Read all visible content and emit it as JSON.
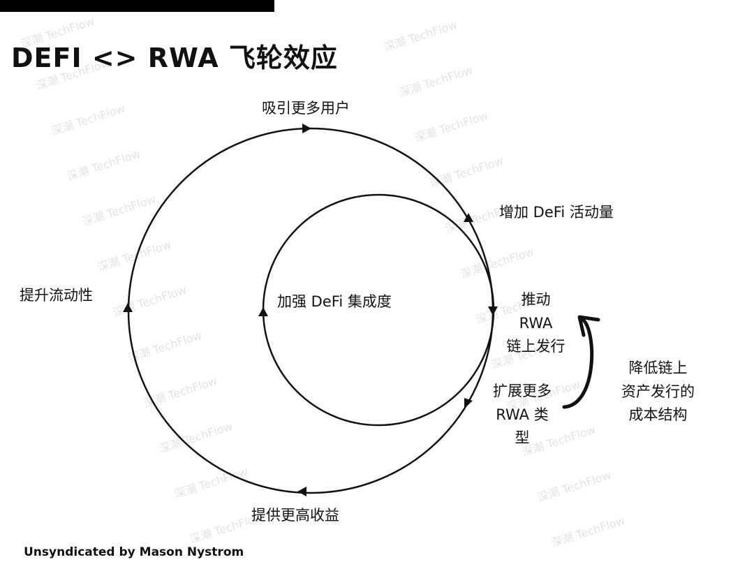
{
  "title": "DEFI <> RWA 飞轮效应",
  "watermark": "深潮 TechFlow",
  "outer_loop": {
    "top": "吸引更多用户",
    "right": "增加 DeFi 活动量",
    "left": "提升流动性",
    "bottom": "提供更高收益"
  },
  "inner_loop": {
    "center": "加强 DeFi 集成度",
    "right": [
      "推动",
      "RWA",
      "链上发行"
    ],
    "lower_right": [
      "扩展更多",
      "RWA 类",
      "型"
    ]
  },
  "side_note": [
    "降低链上",
    "资产发行的",
    "成本结构"
  ],
  "credit": "Unsyndicated by Mason Nystrom",
  "colors": {
    "line": "#111111",
    "background": "#ffffff",
    "watermark": "#e3e3e3"
  }
}
